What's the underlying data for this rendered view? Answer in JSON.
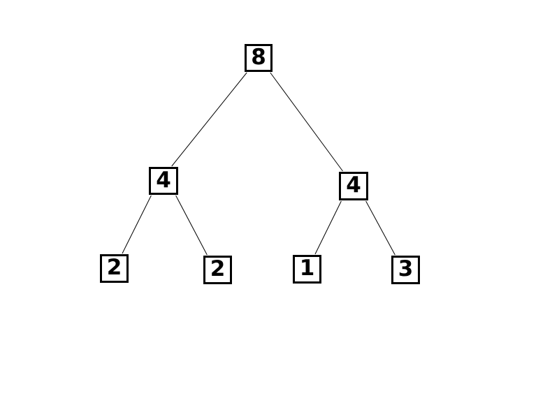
{
  "diagram": {
    "type": "binary-tree",
    "background_color": "#ffffff",
    "node_fill_color": "#ffffff",
    "node_border_color": "#000000",
    "edge_color": "#000000",
    "text_color": "#000000",
    "nodes": [
      {
        "id": "root",
        "label": "8",
        "level": 0
      },
      {
        "id": "l",
        "label": "4",
        "level": 1
      },
      {
        "id": "r",
        "label": "4",
        "level": 1
      },
      {
        "id": "ll",
        "label": "2",
        "level": 2
      },
      {
        "id": "lr",
        "label": "2",
        "level": 2
      },
      {
        "id": "rl",
        "label": "1",
        "level": 2
      },
      {
        "id": "rr",
        "label": "3",
        "level": 2
      }
    ],
    "edges": [
      {
        "from": "root",
        "to": "l",
        "side": "left"
      },
      {
        "from": "root",
        "to": "r",
        "side": "right"
      },
      {
        "from": "l",
        "to": "ll",
        "side": "left"
      },
      {
        "from": "l",
        "to": "lr",
        "side": "right"
      },
      {
        "from": "r",
        "to": "rl",
        "side": "left"
      },
      {
        "from": "r",
        "to": "rr",
        "side": "right"
      }
    ]
  }
}
